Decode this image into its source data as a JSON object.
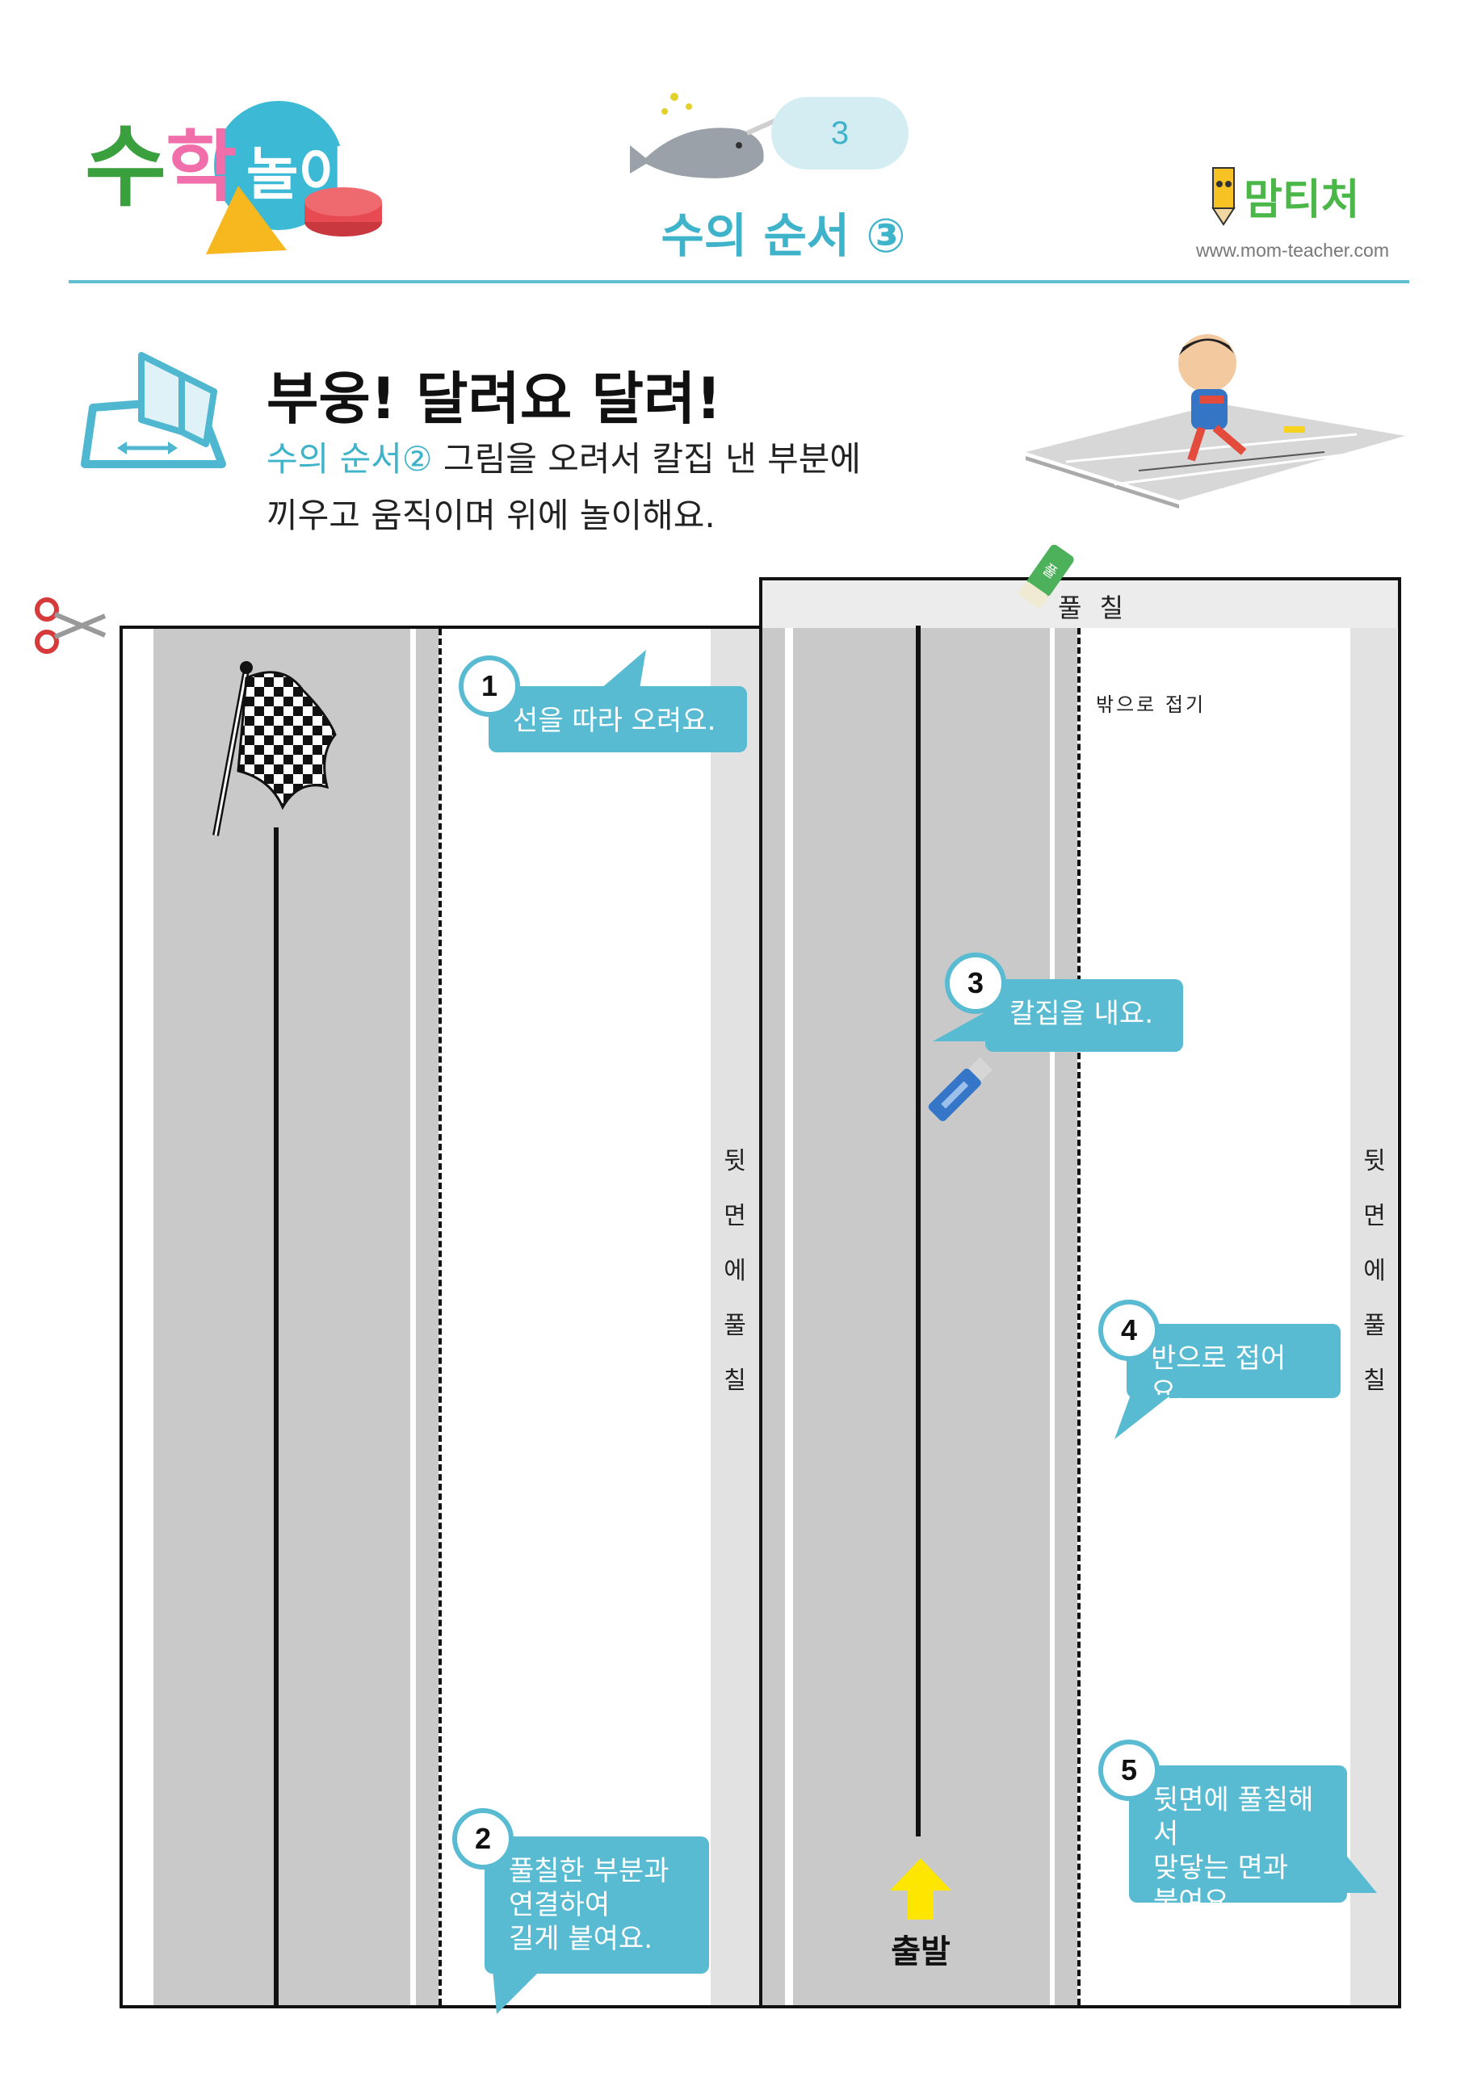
{
  "header": {
    "logo_text": "수학놀이",
    "grade": "3",
    "unit_title": "수의 순서 ③",
    "brand": "맘티처",
    "website": "www.mom-teacher.com"
  },
  "intro": {
    "title": "부웅! 달려요 달려!",
    "instruction_ref": "수의 순서②",
    "instruction_line1": " 그림을 오려서 칼집 낸 부분에",
    "instruction_line2": "끼우고 움직이며 위에 놀이해요."
  },
  "craft": {
    "glue_tab_label": "풀 칠",
    "fold_outward_label": "밖으로 접기",
    "back_glue_label_left": [
      "뒷",
      "면",
      "에",
      "풀",
      "칠"
    ],
    "back_glue_label_right": [
      "뒷",
      "면",
      "에",
      "풀",
      "칠"
    ],
    "start_label": "출발",
    "glue_stick_label": "풀"
  },
  "steps": [
    {
      "number": "1",
      "text": [
        "선을 따라 오려요."
      ]
    },
    {
      "number": "2",
      "text": [
        "풀칠한 부분과",
        "연결하여",
        "길게 붙여요."
      ]
    },
    {
      "number": "3",
      "text": [
        "칼집을 내요."
      ]
    },
    {
      "number": "4",
      "text": [
        "반으로 접어요."
      ]
    },
    {
      "number": "5",
      "text": [
        "뒷면에 풀칠해서",
        "맞닿는 면과",
        "붙여요."
      ]
    }
  ],
  "colors": {
    "accent": "#3fb3c9",
    "bubble": "#58bbd2",
    "road": "#c9c9c9",
    "arrow": "#ffe600"
  }
}
